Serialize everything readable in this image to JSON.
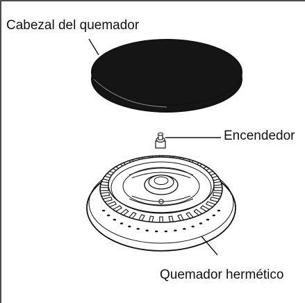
{
  "labels": {
    "burner_cap": "Cabezal del quemador",
    "igniter": "Encendedor",
    "sealed_burner": "Quemador hermético"
  },
  "colors": {
    "line": "#111111",
    "cap_fill": "#151515",
    "background": "#ffffff"
  }
}
